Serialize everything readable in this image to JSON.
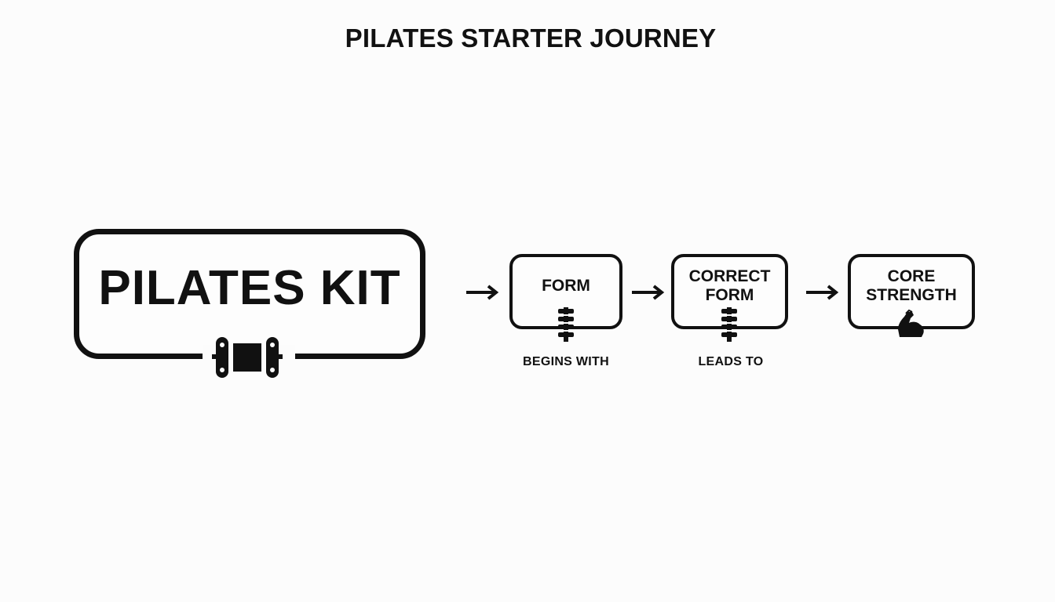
{
  "title": "PILATES STARTER JOURNEY",
  "kit": {
    "label": "PILATES KIT",
    "icon": "mat-roll-icon"
  },
  "steps": [
    {
      "label": "FORM",
      "icon": "spine-icon"
    },
    {
      "label": "CORRECT\nFORM",
      "icon": "spine-icon"
    },
    {
      "label": "CORE\nSTRENGTH",
      "icon": "flexed-arm-icon"
    }
  ],
  "captions": {
    "first": "BEGINS WITH",
    "second": "LEADS TO"
  },
  "colors": {
    "ink": "#111111",
    "background": "#fcfcfc"
  }
}
